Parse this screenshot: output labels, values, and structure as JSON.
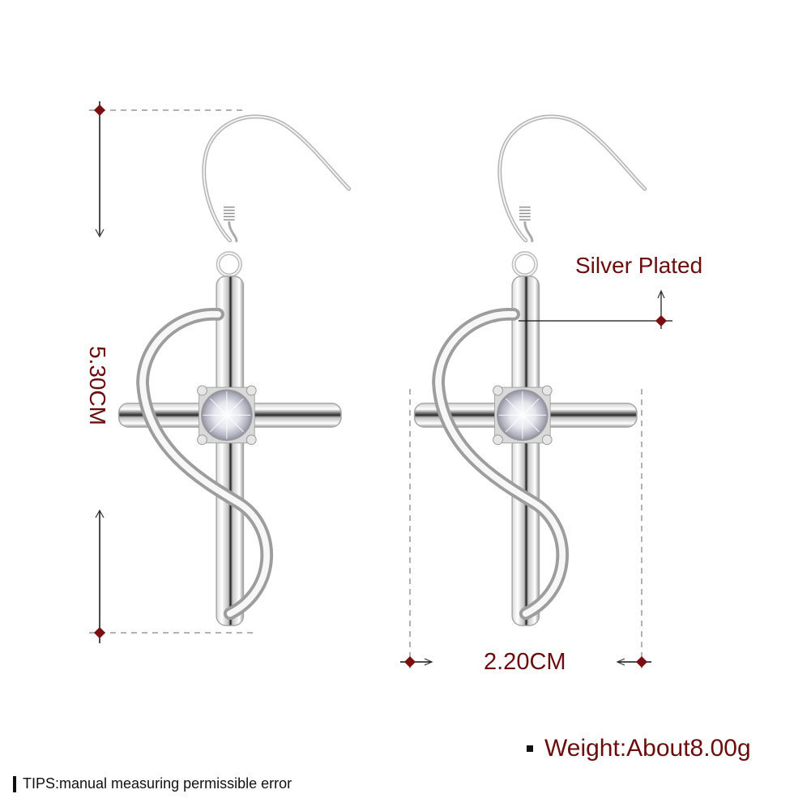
{
  "product": {
    "name": "Cross earrings with crystal",
    "material_label": "Silver Plated",
    "height_label": "5.30CM",
    "width_label": "2.20CM",
    "weight_label": "Weight:About8.00g",
    "tips_label": "TIPS:manual measuring permissible error"
  },
  "colors": {
    "annotation_text": "#6b0d0d",
    "marker": "#7a0f12",
    "guide_line": "#999999",
    "metal_light": "#f4f4f4",
    "metal_dark": "#8a8a8a"
  },
  "icons": {
    "tips_bullet": "vertical-bar-icon",
    "weight_bullet": "square-bullet-icon",
    "dimension_marker": "diamond-marker-icon",
    "arrow": "arrow-icon"
  }
}
